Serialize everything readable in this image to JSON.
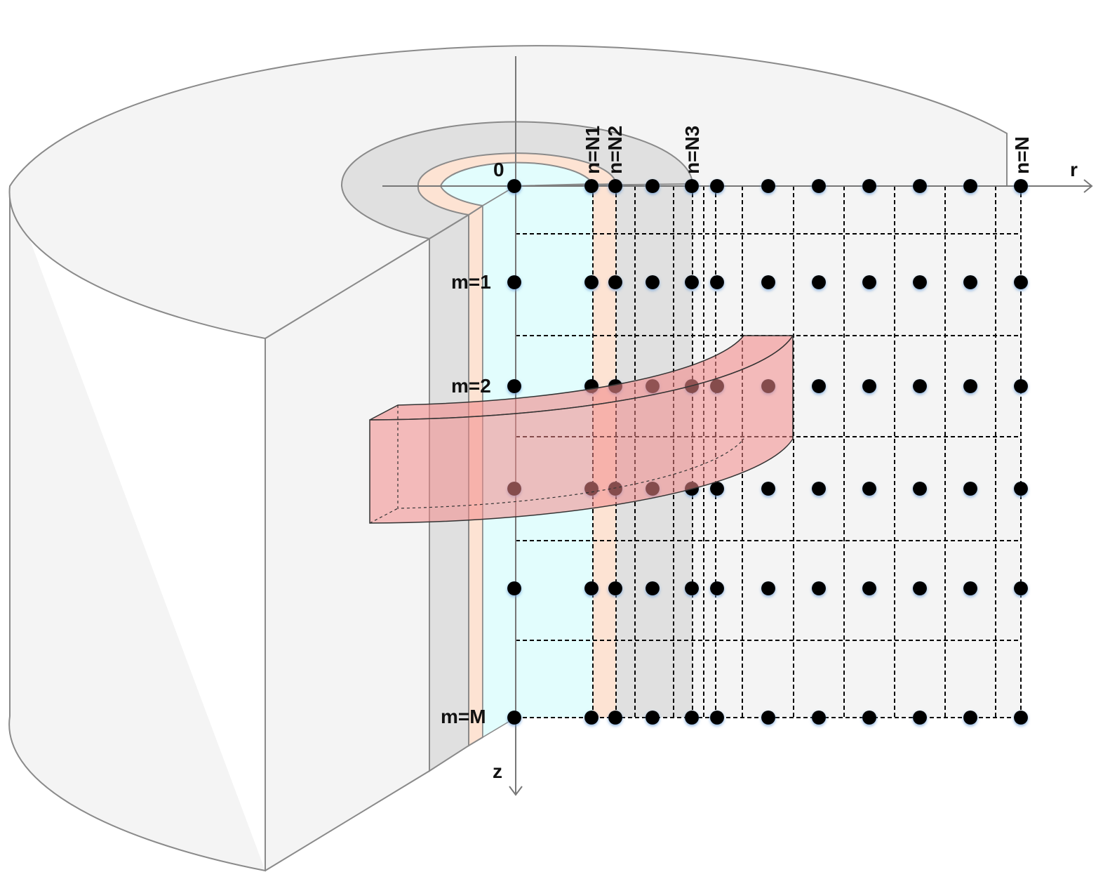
{
  "axes": {
    "origin_label": "0",
    "r_label": "r",
    "z_label": "z"
  },
  "row_labels": [
    "m=1",
    "m=2",
    "m=M"
  ],
  "column_labels": [
    "n=N1",
    "n=N2",
    "n=N3",
    "n=N"
  ],
  "colors": {
    "cylinder_fill": "#f4f4f4",
    "cylinder_stroke": "#8a8a8a",
    "annulus_gray": "#e0e0e0",
    "annulus_peach": "#fde3d3",
    "inner_cyan": "#e2fdfd",
    "ring_element": "#f28b8b",
    "node": "#000000",
    "grid_line": "#000000"
  }
}
